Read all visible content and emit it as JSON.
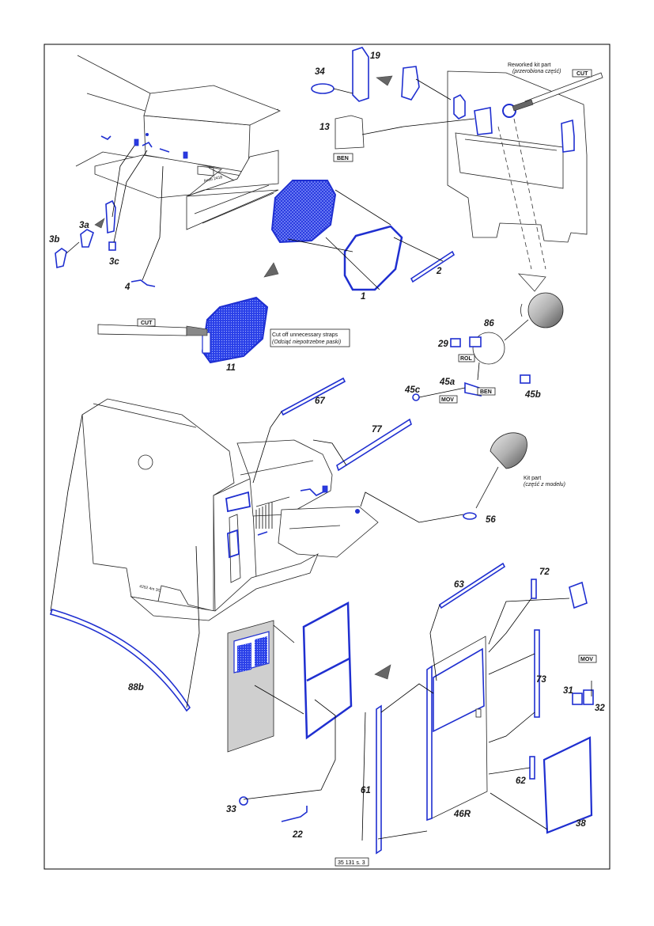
{
  "diagram": {
    "footer_ref": "35 131 s. 3",
    "part_numbers": {
      "p1": "1",
      "p2": "2",
      "p3a": "3a",
      "p3b": "3b",
      "p3c": "3c",
      "p4": "4",
      "p11": "11",
      "p13": "13",
      "p19": "19",
      "p22": "22",
      "p29": "29",
      "p31": "31",
      "p32": "32",
      "p33": "33",
      "p34": "34",
      "p38": "38",
      "p45a": "45a",
      "p45b": "45b",
      "p45c": "45c",
      "p46r": "46R",
      "p56": "56",
      "p61": "61",
      "p62": "62",
      "p63": "63",
      "p67": "67",
      "p72": "72",
      "p73": "73",
      "p77": "77",
      "p86": "86",
      "p88b": "88b"
    },
    "tags": {
      "cut_top": "CUT",
      "cut_left": "CUT",
      "ben_13": "BEN",
      "ben_45a": "BEN",
      "rol": "ROL",
      "mov_45c": "MOV",
      "mov_32": "MOV"
    },
    "notes": {
      "reworked_en": "Reworked kit part",
      "reworked_pl": "(przerobiona część)",
      "cutoff_en": "Cut off unnecessary straps",
      "cutoff_pl": "(Odciąć niepotrzebne paski)",
      "kit_en": "Kit part",
      "kit_pl": "(część z modelu)"
    }
  }
}
